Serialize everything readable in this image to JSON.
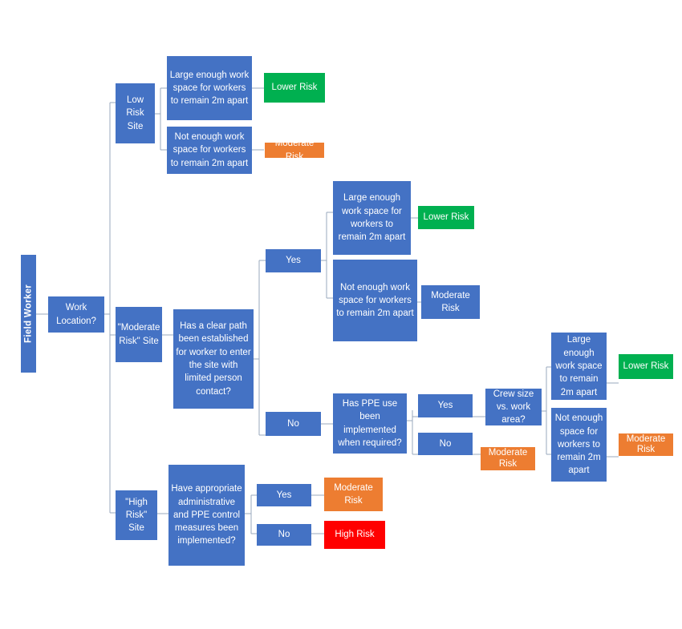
{
  "diagram": {
    "root": "Field Worker",
    "work_location": "Work Location?",
    "low_risk_site": {
      "label": "Low Risk Site",
      "large_space": "Large enough work space for workers to remain 2m apart",
      "large_outcome": "Lower Risk",
      "small_space": "Not enough work space for workers to remain 2m apart",
      "small_outcome": "Moderate Risk"
    },
    "moderate_risk_site": {
      "label": "\"Moderate Risk\" Site",
      "question": "Has a clear path been established for worker to enter the site with limited person contact?",
      "yes": "Yes",
      "no": "No",
      "yes_large": "Large enough work space for workers to remain 2m apart",
      "yes_large_outcome": "Lower Risk",
      "yes_small": "Not enough work space for workers to remain 2m apart",
      "yes_small_outcome": "Moderate Risk",
      "ppe_question": "Has PPE use been implemented when required?",
      "ppe_yes": "Yes",
      "ppe_no": "No",
      "ppe_no_outcome": "Moderate Risk",
      "crew_question": "Crew size vs. work area?",
      "crew_large": "Large enough work space to remain 2m apart",
      "crew_large_outcome": "Lower Risk",
      "crew_small": "Not enough space for workers to remain 2m apart",
      "crew_small_outcome": "Moderate Risk"
    },
    "high_risk_site": {
      "label": "\"High Risk\" Site",
      "question": "Have appropriate administrative and PPE control measures been implemented?",
      "yes": "Yes",
      "yes_outcome": "Moderate Risk",
      "no": "No",
      "no_outcome": "High Risk"
    }
  },
  "colors": {
    "question_box": "#4472c4",
    "lower_risk": "#00b050",
    "moderate_risk": "#ed7d31",
    "high_risk": "#ff0000",
    "connector": "#9aa8bd"
  }
}
